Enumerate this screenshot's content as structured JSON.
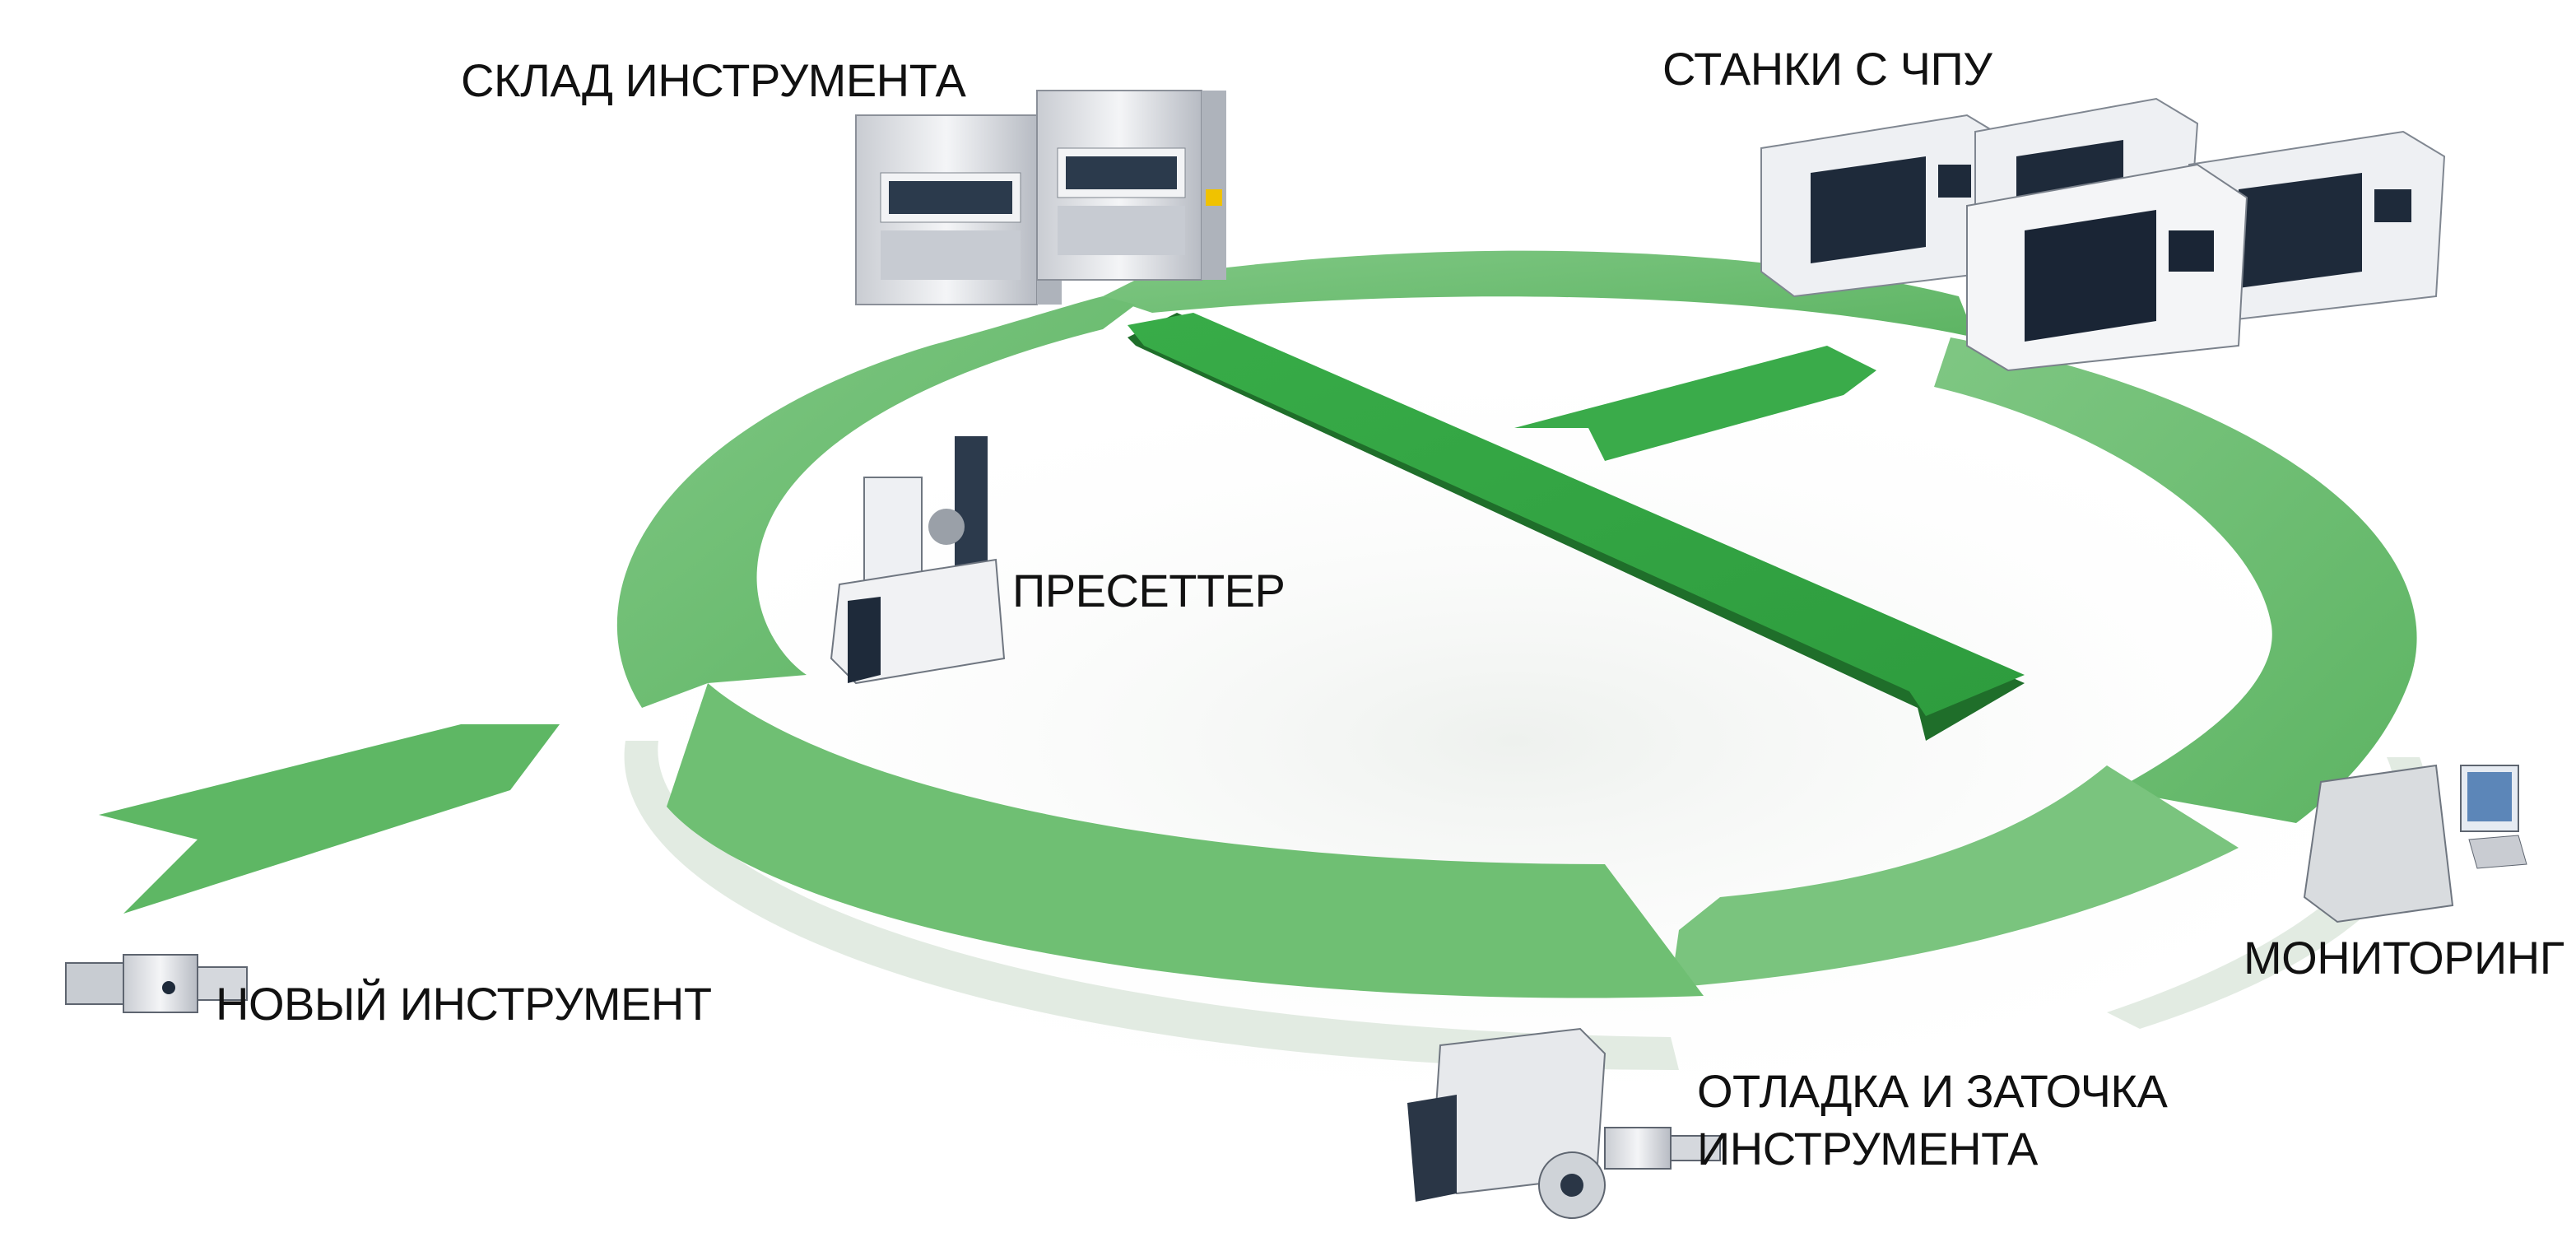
{
  "labels": {
    "tool_warehouse": "СКЛАД ИНСТРУМЕНТА",
    "cnc_machines": "СТАНКИ С ЧПУ",
    "presetter": "ПРЕСЕТТЕР",
    "monitoring": "МОНИТОРИНГ",
    "new_tool": "НОВЫЙ ИНСТРУМЕНТ",
    "debug_line1": "ОТЛАДКА И ЗАТОЧКА",
    "debug_line2": "ИНСТРУМЕНТА"
  },
  "icons": {
    "tool_warehouse": "storage-cabinet-icon",
    "cnc_machines": "cnc-machine-icon",
    "presetter": "presetter-icon",
    "monitoring": "monitor-computer-icon",
    "new_tool": "tool-holder-icon",
    "debug": "grinding-machine-icon"
  },
  "colors": {
    "arrow_light": "#86c989",
    "arrow_mid": "#6fbf73",
    "arrow_dark": "#2f9e3f",
    "arrow_shadow": "#1c6b28",
    "machine_body": "#e8eaee",
    "machine_dark": "#1e2a3a"
  }
}
